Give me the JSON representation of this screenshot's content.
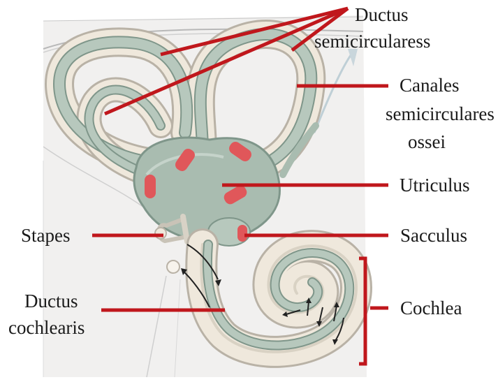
{
  "labels": {
    "ductus_semicirculares": [
      "Ductus",
      "semicircularess"
    ],
    "canales_semicirculares": [
      "Canales",
      "semicirculares",
      "ossei"
    ],
    "utriculus": "Utriculus",
    "stapes": "Stapes",
    "sacculus": "Sacculus",
    "ductus_cochlearis": [
      "Ductus",
      "cochlearis"
    ],
    "cochlea": "Cochlea"
  },
  "colors": {
    "leader_line": "#c0171c",
    "bone": "#efe8dc",
    "bone_edge": "#b9b2a6",
    "duct": "#b7c8bd",
    "duct_edge": "#7f968a",
    "vestibule": "#a9bcb0",
    "sensory_patch": "#e0575a",
    "background_panel": "#f1f0ef"
  }
}
